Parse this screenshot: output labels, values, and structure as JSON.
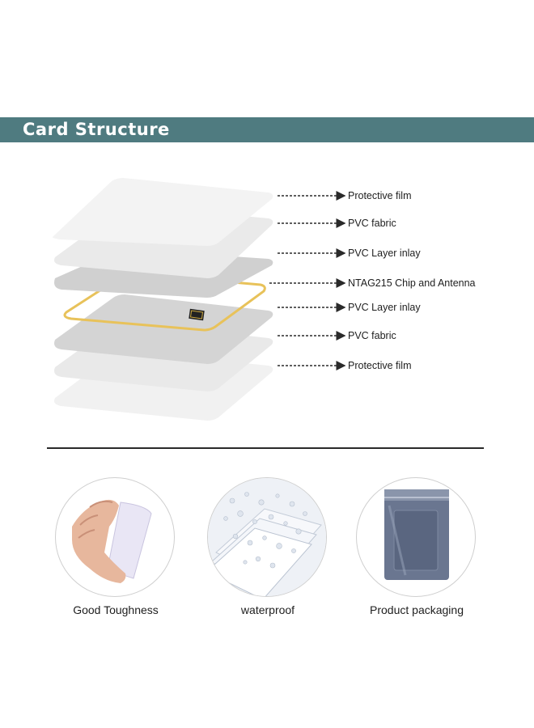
{
  "header": {
    "title": "Card Structure"
  },
  "layers": [
    {
      "label": "Protective film"
    },
    {
      "label": "PVC fabric"
    },
    {
      "label": "PVC Layer inlay"
    },
    {
      "label": "NTAG215 Chip and Antenna"
    },
    {
      "label": "PVC Layer inlay"
    },
    {
      "label": "PVC fabric"
    },
    {
      "label": "Protective film"
    }
  ],
  "features": [
    {
      "label": "Good Toughness",
      "icon": "hand-bending-card-icon"
    },
    {
      "label": "waterproof",
      "icon": "water-droplets-cards-icon"
    },
    {
      "label": "Product packaging",
      "icon": "packaging-bag-icon"
    }
  ],
  "colors": {
    "header": "#4f7b80",
    "antenna": "#e8c25a"
  }
}
